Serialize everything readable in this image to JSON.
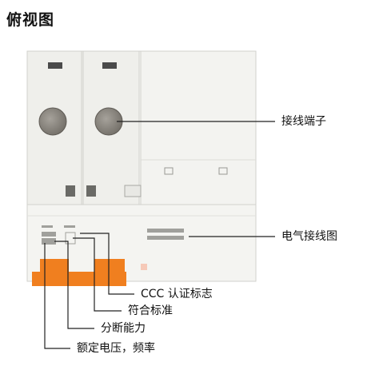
{
  "title": "俯视图",
  "callouts": {
    "terminal": "接线端子",
    "wiring_diagram": "电气接线图",
    "ccc": "CCC 认证标志",
    "standard": "符合标准",
    "breaking_capacity": "分断能力",
    "rated_voltage": "额定电压，频率"
  },
  "colors": {
    "housing": "#f1f1ee",
    "housing_edge": "#cfcfca",
    "terminal_hole": "#8d8982",
    "handle": "#f07f1f",
    "leader": "#222222"
  }
}
